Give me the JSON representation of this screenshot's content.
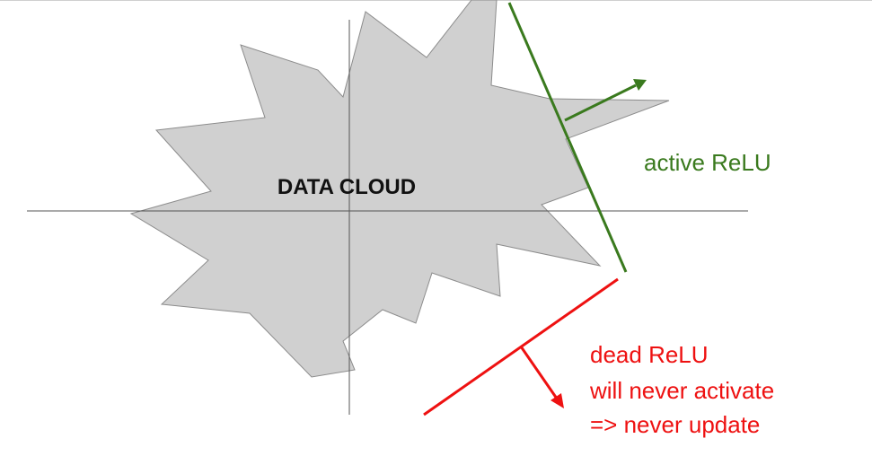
{
  "cloud": {
    "label": "DATA CLOUD",
    "fill": "#d0d0d0",
    "stroke": "#8c8c8c"
  },
  "axes": {
    "color": "#555555"
  },
  "active": {
    "color": "#3a7a1e",
    "label": "active ReLU"
  },
  "dead": {
    "color": "#ee1111",
    "lines": [
      "dead ReLU",
      "will never activate",
      "=> never update"
    ]
  }
}
